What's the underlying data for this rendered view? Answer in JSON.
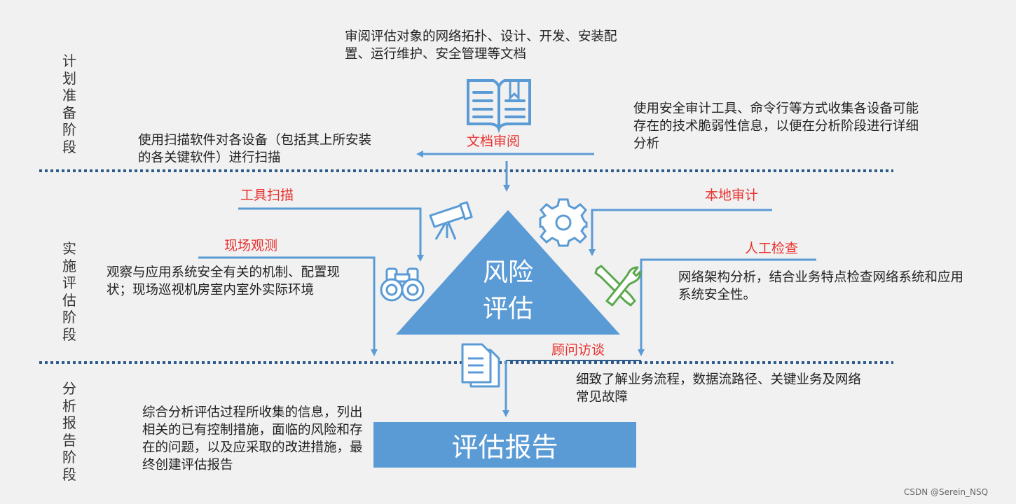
{
  "phases": {
    "plan": "计划准备阶段",
    "implement": "实施评估阶段",
    "report": "分析报告阶段"
  },
  "texts": {
    "doc_desc": "审阅评估对象的网络拓扑、设计、开发、安装配置、运行维护、安全管理等文档",
    "audit_desc": "使用安全审计工具、命令行等方式收集各设备可能存在的技术脆弱性信息，以便在分析阶段进行详细分析",
    "scan_desc": "使用扫描软件对各设备（包括其上所安装的各关键软件）进行扫描",
    "observe_desc": "观察与应用系统安全有关的机制、配置现状；现场巡视机房室内室外实际环境",
    "check_desc": "网络架构分析，结合业务特点检查网络系统和应用系统安全性。",
    "interview_desc": "细致了解业务流程，数据流路径、关键业务及网络常见故障",
    "report_desc": "综合分析评估过程所收集的信息，列出相关的已有控制措施，面临的风险和存在的问题，以及应采取的改进措施，最终创建评估报告"
  },
  "labels": {
    "doc_review": "文档审阅",
    "tool_scan": "工具扫描",
    "local_audit": "本地审计",
    "site_observe": "现场观测",
    "manual_check": "人工检查",
    "consult_interview": "顾问访谈"
  },
  "center": {
    "line1": "风险",
    "line2": "评估"
  },
  "report_box": "评估报告",
  "watermark": "CSDN @Serein_NSQ",
  "colors": {
    "accent": "#5b9bd5",
    "label_red": "#e8322f",
    "divider": "#2e5c8a",
    "background": "#f1f1f1"
  }
}
